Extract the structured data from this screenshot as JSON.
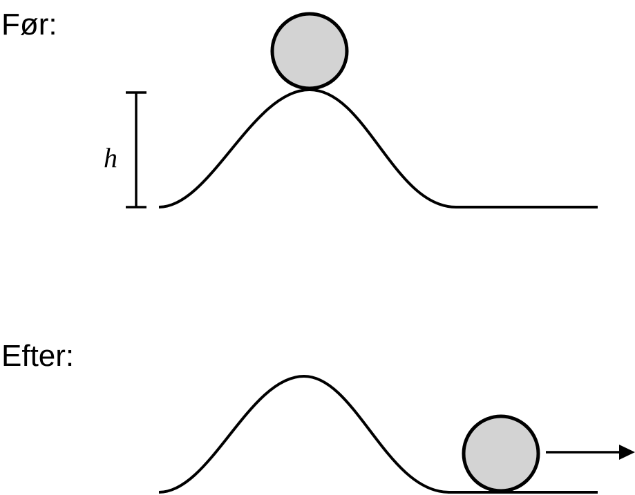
{
  "before": {
    "label": "Før:",
    "height_symbol": "h"
  },
  "after": {
    "label": "Efter:"
  },
  "colors": {
    "ball_fill": "#d3d3d3",
    "stroke": "#000000",
    "background": "#ffffff"
  }
}
